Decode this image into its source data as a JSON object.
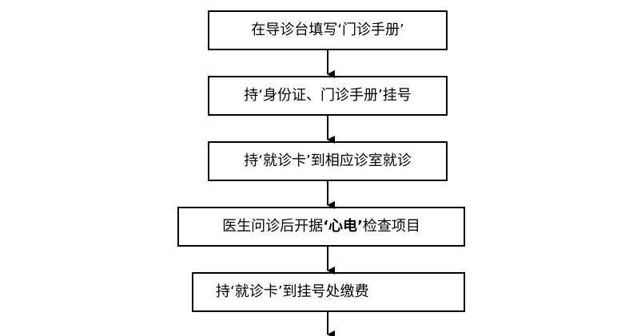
{
  "flowchart": {
    "steps": [
      {
        "text": "在导诊台填写‘门诊手册’"
      },
      {
        "text": "持‘身份证、门诊手册’挂号"
      },
      {
        "text": "持‘就诊卡’到相应诊室就诊"
      },
      {
        "before": "医生问诊后开据",
        "emphasis": "‘心电’",
        "after": "检查项目"
      },
      {
        "text": "持‘就诊卡’到挂号处缴费"
      }
    ]
  },
  "colors": {
    "line": "#000000",
    "box_fill": "#ffffff",
    "background": "#ffffff"
  }
}
